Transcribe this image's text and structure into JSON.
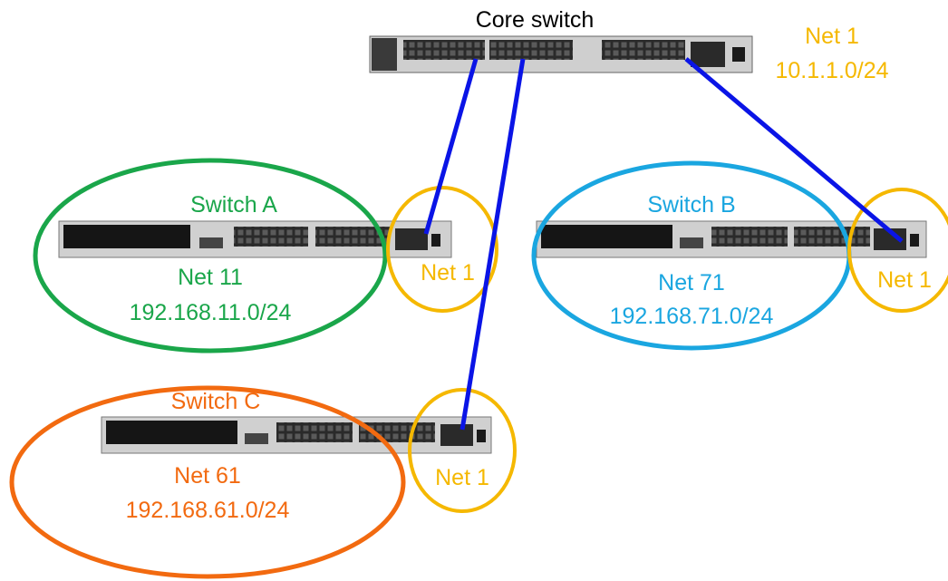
{
  "core": {
    "title": "Core switch"
  },
  "switch_a": {
    "title": "Switch A",
    "net": "Net 11",
    "subnet": "192.168.11.0/24",
    "uplink_net": "Net 1"
  },
  "switch_b": {
    "title": "Switch B",
    "net": "Net 71",
    "subnet": "192.168.71.0/24",
    "uplink_net": "Net 1"
  },
  "switch_c": {
    "title": "Switch C",
    "net": "Net 61",
    "subnet": "192.168.61.0/24",
    "uplink_net": "Net 1"
  },
  "core_net": {
    "name": "Net 1",
    "subnet": "10.1.1.0/24"
  },
  "colors": {
    "green": "#1aa64a",
    "blue": "#1aa6e0",
    "orange": "#f26a10",
    "yellow": "#f5b800",
    "link": "#0a14e6",
    "black": "#000000"
  }
}
